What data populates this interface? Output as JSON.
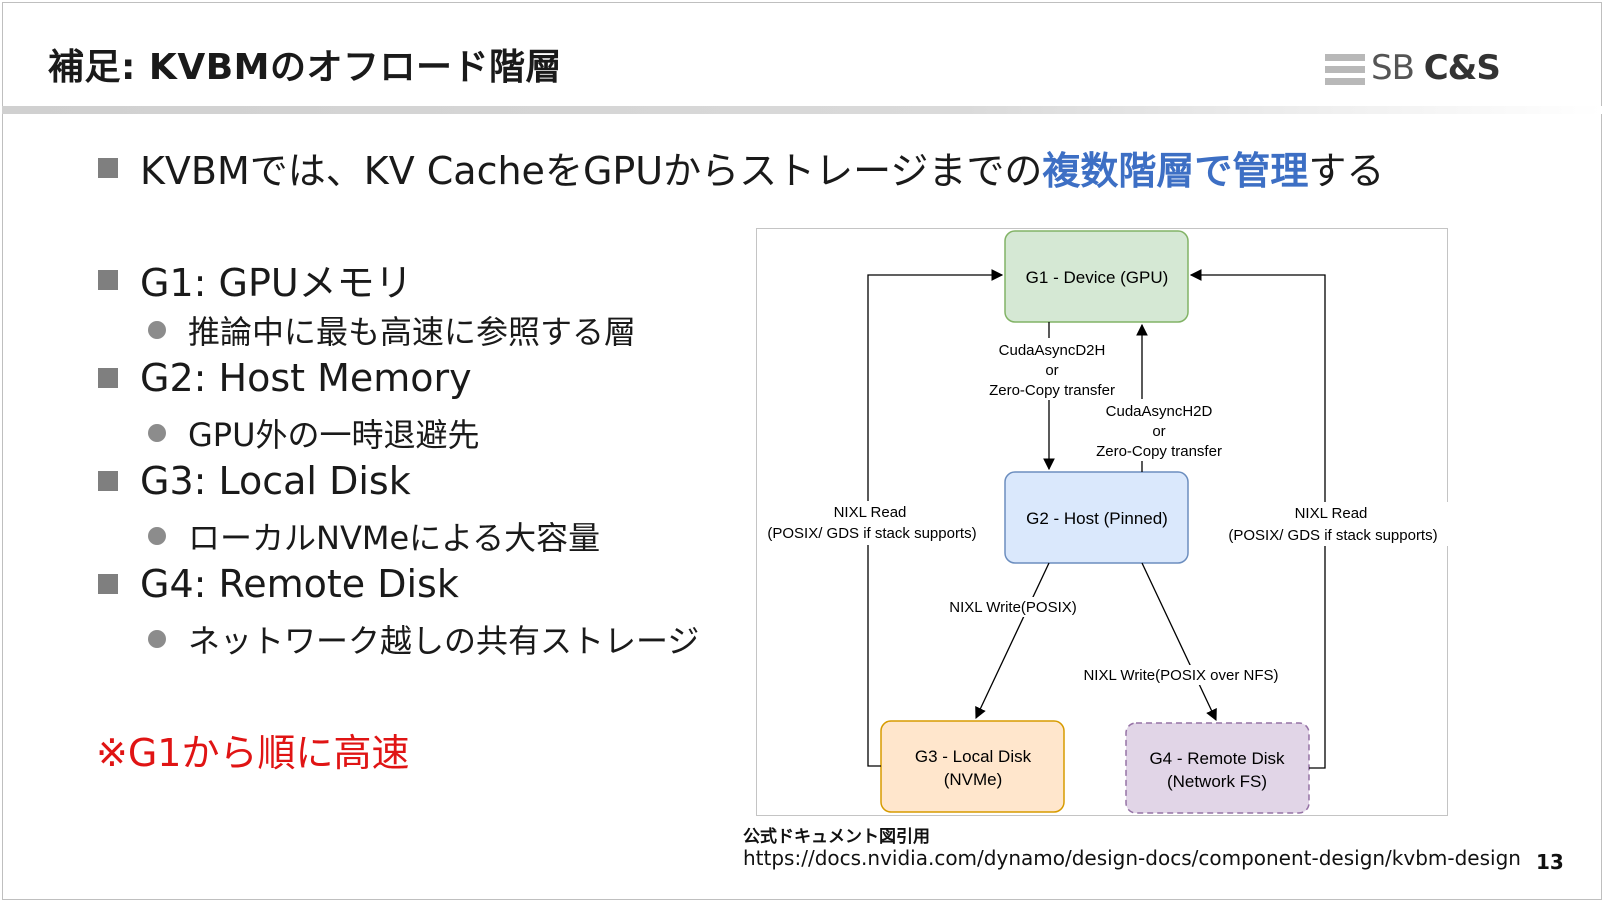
{
  "header": {
    "title": "補足: KVBMのオフロード階層",
    "logo_sb": "SB",
    "logo_cs": "C&S"
  },
  "intro": {
    "text_before": "KVBMでは、KV CacheをGPUからストレージまでの",
    "highlight": "複数階層で管理",
    "text_after": "する",
    "highlight_color": "#3d6fc4"
  },
  "tiers": [
    {
      "label": "G1: GPUメモリ",
      "desc": "推論中に最も高速に参照する層"
    },
    {
      "label": "G2: Host Memory",
      "desc": "GPU外の一時退避先"
    },
    {
      "label": "G3: Local Disk",
      "desc": "ローカルNVMeによる大容量"
    },
    {
      "label": "G4: Remote Disk",
      "desc": "ネットワーク越しの共有ストレージ"
    }
  ],
  "note": "※G1から順に高速",
  "diagram": {
    "nodes": {
      "g1": {
        "label": "G1 - Device (GPU)",
        "fill": "#d5e8d4",
        "stroke": "#82b366"
      },
      "g2": {
        "label": "G2 - Host (Pinned)",
        "fill": "#dae8fc",
        "stroke": "#6c8ebf"
      },
      "g3": {
        "line1": "G3 - Local Disk",
        "line2": "(NVMe)",
        "fill": "#ffe6cc",
        "stroke": "#d79b00"
      },
      "g4": {
        "line1": "G4 - Remote Disk",
        "line2": "(Network FS)",
        "fill": "#e1d5e7",
        "stroke": "#9673a6"
      }
    },
    "edges": {
      "d2h": {
        "line1": "CudaAsyncD2H",
        "line2": "or",
        "line3": "Zero-Copy transfer"
      },
      "h2d": {
        "line1": "CudaAsyncH2D",
        "line2": "or",
        "line3": "Zero-Copy transfer"
      },
      "nixl_read_left": {
        "line1": "NIXL Read",
        "line2": "(POSIX/ GDS if stack supports)"
      },
      "nixl_read_right": {
        "line1": "NIXL Read",
        "line2": "(POSIX/ GDS if stack supports)"
      },
      "write_local": "NIXL Write(POSIX)",
      "write_remote": "NIXL Write(POSIX over NFS)"
    }
  },
  "source": {
    "caption": "公式ドキュメント図引用",
    "url": "https://docs.nvidia.com/dynamo/design-docs/component-design/kvbm-design"
  },
  "page_number": "13"
}
